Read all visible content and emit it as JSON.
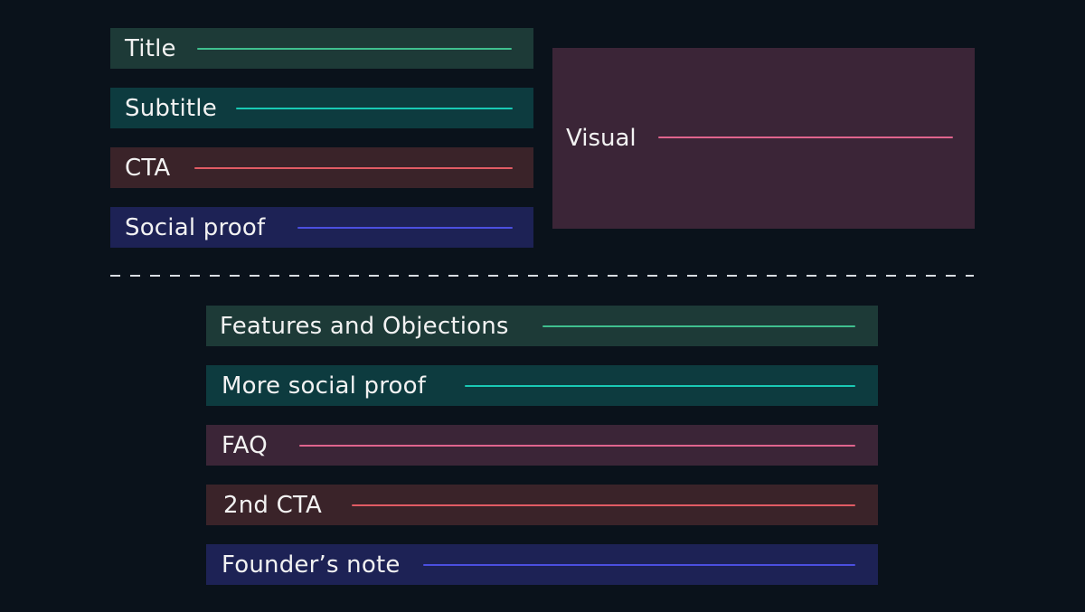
{
  "colors": {
    "background": "#0a121b",
    "green": {
      "fill": "#1d3a37",
      "line": "#3fbf8e"
    },
    "teal": {
      "fill": "#0d3b3f",
      "line": "#19c9b4"
    },
    "red": {
      "fill": "#3a2329",
      "line": "#e15b64"
    },
    "indigo": {
      "fill": "#1d2255",
      "line": "#4b4fe0"
    },
    "pink": {
      "fill": "#3b2537",
      "line": "#e0648e"
    }
  },
  "top_blocks": {
    "title": "Title",
    "subtitle": "Subtitle",
    "cta": "CTA",
    "social_proof": "Social proof",
    "visual": "Visual"
  },
  "bottom_blocks": {
    "features": "Features and Objections",
    "more_social_proof": "More social proof",
    "faq": "FAQ",
    "second_cta": "2nd CTA",
    "founders_note": "Founder’s note"
  }
}
